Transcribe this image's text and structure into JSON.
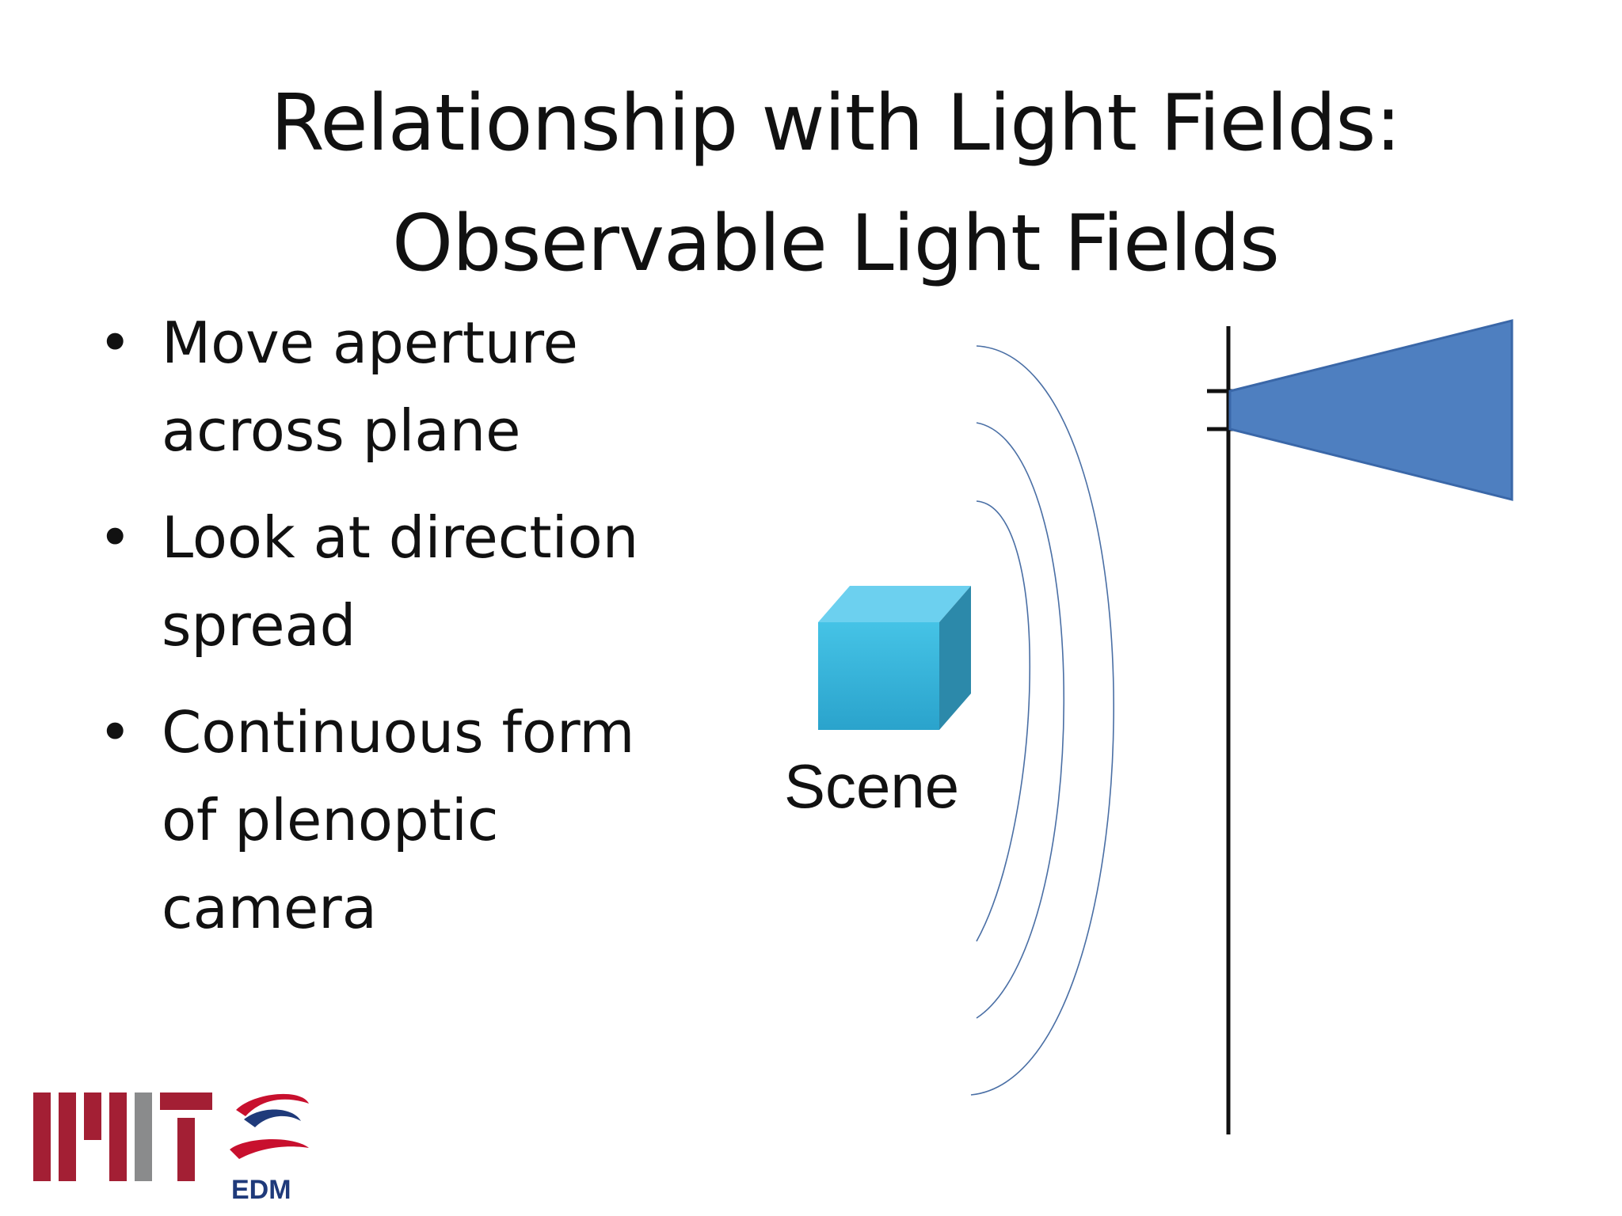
{
  "slide": {
    "title_line1": "Relationship with Light Fields:",
    "title_line2": "Observable Light Fields",
    "bullets": [
      {
        "line1": "Move aperture",
        "line2": "across plane"
      },
      {
        "line1": "Look at direction",
        "line2": "spread"
      },
      {
        "line1": "Continuous form",
        "line2": "of plenoptic",
        "line3": "camera"
      }
    ],
    "bullet_glyph": "•"
  },
  "diagram": {
    "scene_label": "Scene",
    "cube_color": "#3db8dc",
    "wave_color": "#4a6fa5",
    "cone_color": "#4e7fc0",
    "plane_color": "#111111"
  },
  "logos": {
    "mit_color": "#a31f34",
    "mit_gray": "#8a8b8c",
    "edm_text": "EDM",
    "edm_swoosh_color": "#c8102e",
    "edm_swoosh_dark": "#1f3a7a"
  }
}
